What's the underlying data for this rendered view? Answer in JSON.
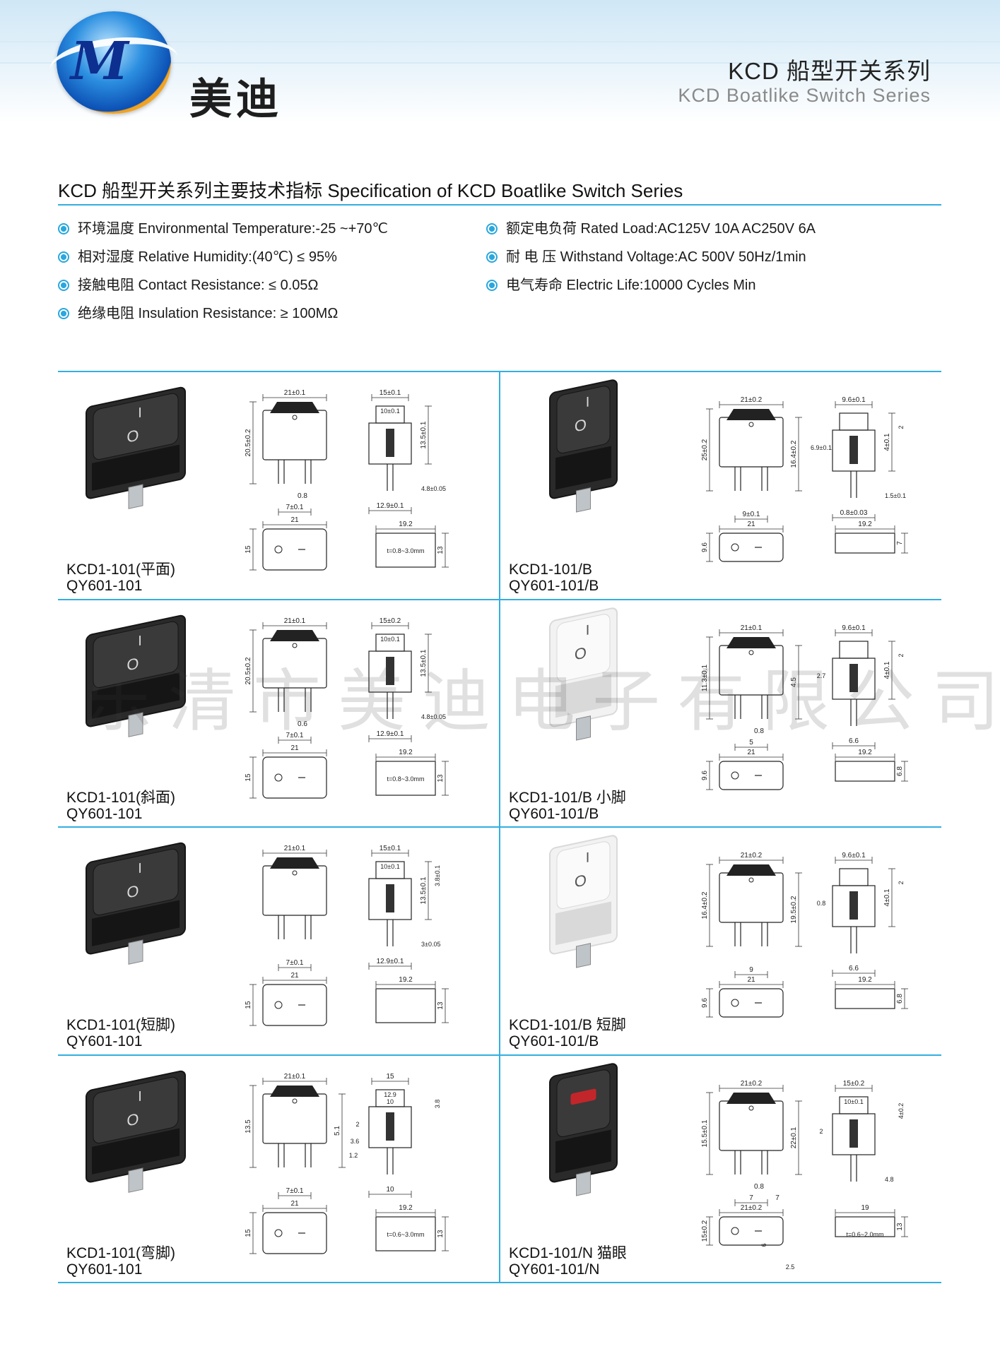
{
  "header": {
    "logo_text": "M",
    "brand_name": "美迪",
    "series_cn": "KCD 船型开关系列",
    "series_en": "KCD Boatlike Switch Series"
  },
  "spec": {
    "title": "KCD 船型开关系列主要技术指标 Specification of KCD Boatlike Switch Series",
    "left": [
      "环境温度 Environmental Temperature:-25 ~+70℃",
      "相对湿度 Relative Humidity:(40℃) ≤ 95%",
      "接触电阻 Contact Resistance: ≤ 0.05Ω",
      "绝缘电阻 Insulation Resistance: ≥ 100MΩ"
    ],
    "right": [
      "额定电负荷 Rated Load:AC125V 10A  AC250V 6A",
      "耐    电    压 Withstand Voltage:AC 500V 50Hz/1min",
      "电气寿命 Electric Life:10000 Cycles Min"
    ]
  },
  "watermark": "乐清市美迪电子有限公司",
  "symbols": {
    "on": "I",
    "off": "O"
  },
  "products": [
    {
      "model": "KCD1-101(平面)",
      "alt": "QY601-101",
      "color": "black",
      "front": {
        "width": "21±0.1",
        "height": "20.5±0.2",
        "pin": "0.8",
        "pitch": "7±0.1"
      },
      "side": {
        "top": "15±0.1",
        "top2": "10±0.1",
        "height": "13.5±0.1",
        "base": "12.9±0.1",
        "pin": "4.8±0.05"
      },
      "cutout": {
        "w": "21",
        "h": "15"
      },
      "panel": {
        "w": "19.2",
        "h": "13",
        "note": "t=0.8~3.0mm"
      }
    },
    {
      "model": "KCD1-101/B",
      "alt": "QY601-101/B",
      "color": "black",
      "front": {
        "width": "21±0.2",
        "height": "25±0.2",
        "height2": "16.4±0.2",
        "pitch": "9±0.1"
      },
      "side": {
        "top": "9.6±0.1",
        "a": "2",
        "b": "6.9±0.1",
        "height": "4±0.1",
        "pin": "1.5±0.1",
        "base": "0.8±0.03"
      },
      "cutout": {
        "w": "21",
        "h": "9.6"
      },
      "panel": {
        "w": "19.2",
        "h": "7",
        "note": ""
      }
    },
    {
      "model": "KCD1-101(斜面)",
      "alt": "QY601-101",
      "color": "black",
      "front": {
        "width": "21±0.1",
        "height": "20.5±0.2",
        "pin": "0.6",
        "pitch": "7±0.1"
      },
      "side": {
        "top": "15±0.2",
        "top2": "10±0.1",
        "height": "13.5±0.1",
        "base": "12.9±0.1",
        "pin": "4.8±0.05"
      },
      "cutout": {
        "w": "21",
        "h": "15"
      },
      "panel": {
        "w": "19.2",
        "h": "13",
        "note": "t=0.8~3.0mm"
      }
    },
    {
      "model": "KCD1-101/B 小脚",
      "alt": "QY601-101/B",
      "color": "white",
      "front": {
        "width": "21±0.1",
        "height": "11.3±0.1",
        "height2": "4.5",
        "pin": "0.8",
        "pitch": "5"
      },
      "side": {
        "top": "9.6±0.1",
        "a": "2",
        "height": "4±0.1",
        "b": "2.7",
        "base": "6.6"
      },
      "cutout": {
        "w": "21",
        "h": "9.6"
      },
      "panel": {
        "w": "19.2",
        "h": "6.8",
        "note": ""
      }
    },
    {
      "model": "KCD1-101(短脚)",
      "alt": "QY601-101",
      "color": "black",
      "front": {
        "width": "21±0.1",
        "pitch": "7±0.1"
      },
      "side": {
        "top": "15±0.1",
        "top2": "10±0.1",
        "a": "3.8±0.1",
        "height": "13.5±0.1",
        "base": "12.9±0.1",
        "pin": "3±0.05"
      },
      "cutout": {
        "w": "21",
        "h": "15"
      },
      "panel": {
        "w": "19.2",
        "h": "13",
        "note": ""
      }
    },
    {
      "model": "KCD1-101/B 短脚",
      "alt": "QY601-101/B",
      "color": "white",
      "front": {
        "width": "21±0.2",
        "height": "16.4±0.2",
        "height2": "19.5±0.2",
        "pitch": "9"
      },
      "side": {
        "top": "9.6±0.1",
        "a": "2",
        "height": "4±0.1",
        "b": "0.8",
        "base": "6.6"
      },
      "cutout": {
        "w": "21",
        "h": "9.6"
      },
      "panel": {
        "w": "19.2",
        "h": "6.8",
        "note": ""
      }
    },
    {
      "model": "KCD1-101(弯脚)",
      "alt": "QY601-101",
      "color": "black",
      "front": {
        "width": "21±0.1",
        "height": "13.5",
        "height2": "5.1",
        "pitch": "7±0.1"
      },
      "side": {
        "top": "15",
        "top2": "12.9",
        "top3": "10",
        "a": "3.8",
        "b": "2",
        "c": "3.6",
        "d": "1.2",
        "base": "10"
      },
      "cutout": {
        "w": "21",
        "h": "15"
      },
      "panel": {
        "w": "19.2",
        "h": "13",
        "note": "t=0.6~3.0mm"
      }
    },
    {
      "model": "KCD1-101/N 猫眼",
      "alt": "QY601-101/N",
      "color": "black-lamp",
      "front": {
        "width": "21±0.2",
        "height": "15.5±0.1",
        "height2": "22±0.1",
        "pin": "0.8",
        "pitch": "7",
        "pitch2": "7"
      },
      "side": {
        "top": "15±0.2",
        "top2": "10±0.1",
        "a": "4±0.2",
        "b": "2",
        "pin": "4.8"
      },
      "cutout": {
        "w": "21±0.2",
        "h": "15±0.2",
        "a": "6",
        "b": "2.5"
      },
      "panel": {
        "w": "19",
        "h": "13",
        "note": "t=0.6~2.0mm"
      }
    }
  ]
}
